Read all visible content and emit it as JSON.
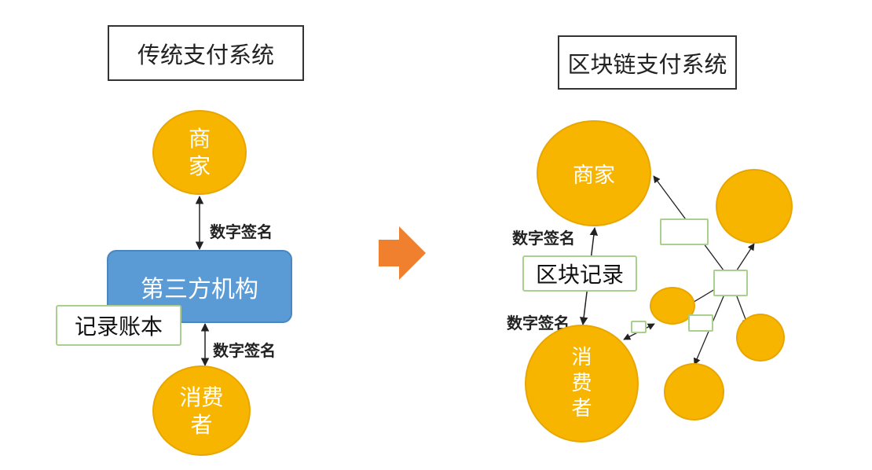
{
  "left": {
    "title": "传统支付系统",
    "merchant": [
      "商",
      "家"
    ],
    "consumer": [
      "消费",
      "者"
    ],
    "institution": "第三方机构",
    "ledger": "记录账本",
    "sig_top": "数字签名",
    "sig_bottom": "数字签名"
  },
  "right": {
    "title": "区块链支付系统",
    "merchant": "商家",
    "consumer": [
      "消",
      "费",
      "者"
    ],
    "block_record": "区块记录",
    "sig_top": "数字签名",
    "sig_bottom": "数字签名"
  },
  "colors": {
    "node": "#f7b500",
    "institution": "#5b9bd5",
    "arrow": "#f07f2e",
    "record_border": "#a9d18e"
  }
}
